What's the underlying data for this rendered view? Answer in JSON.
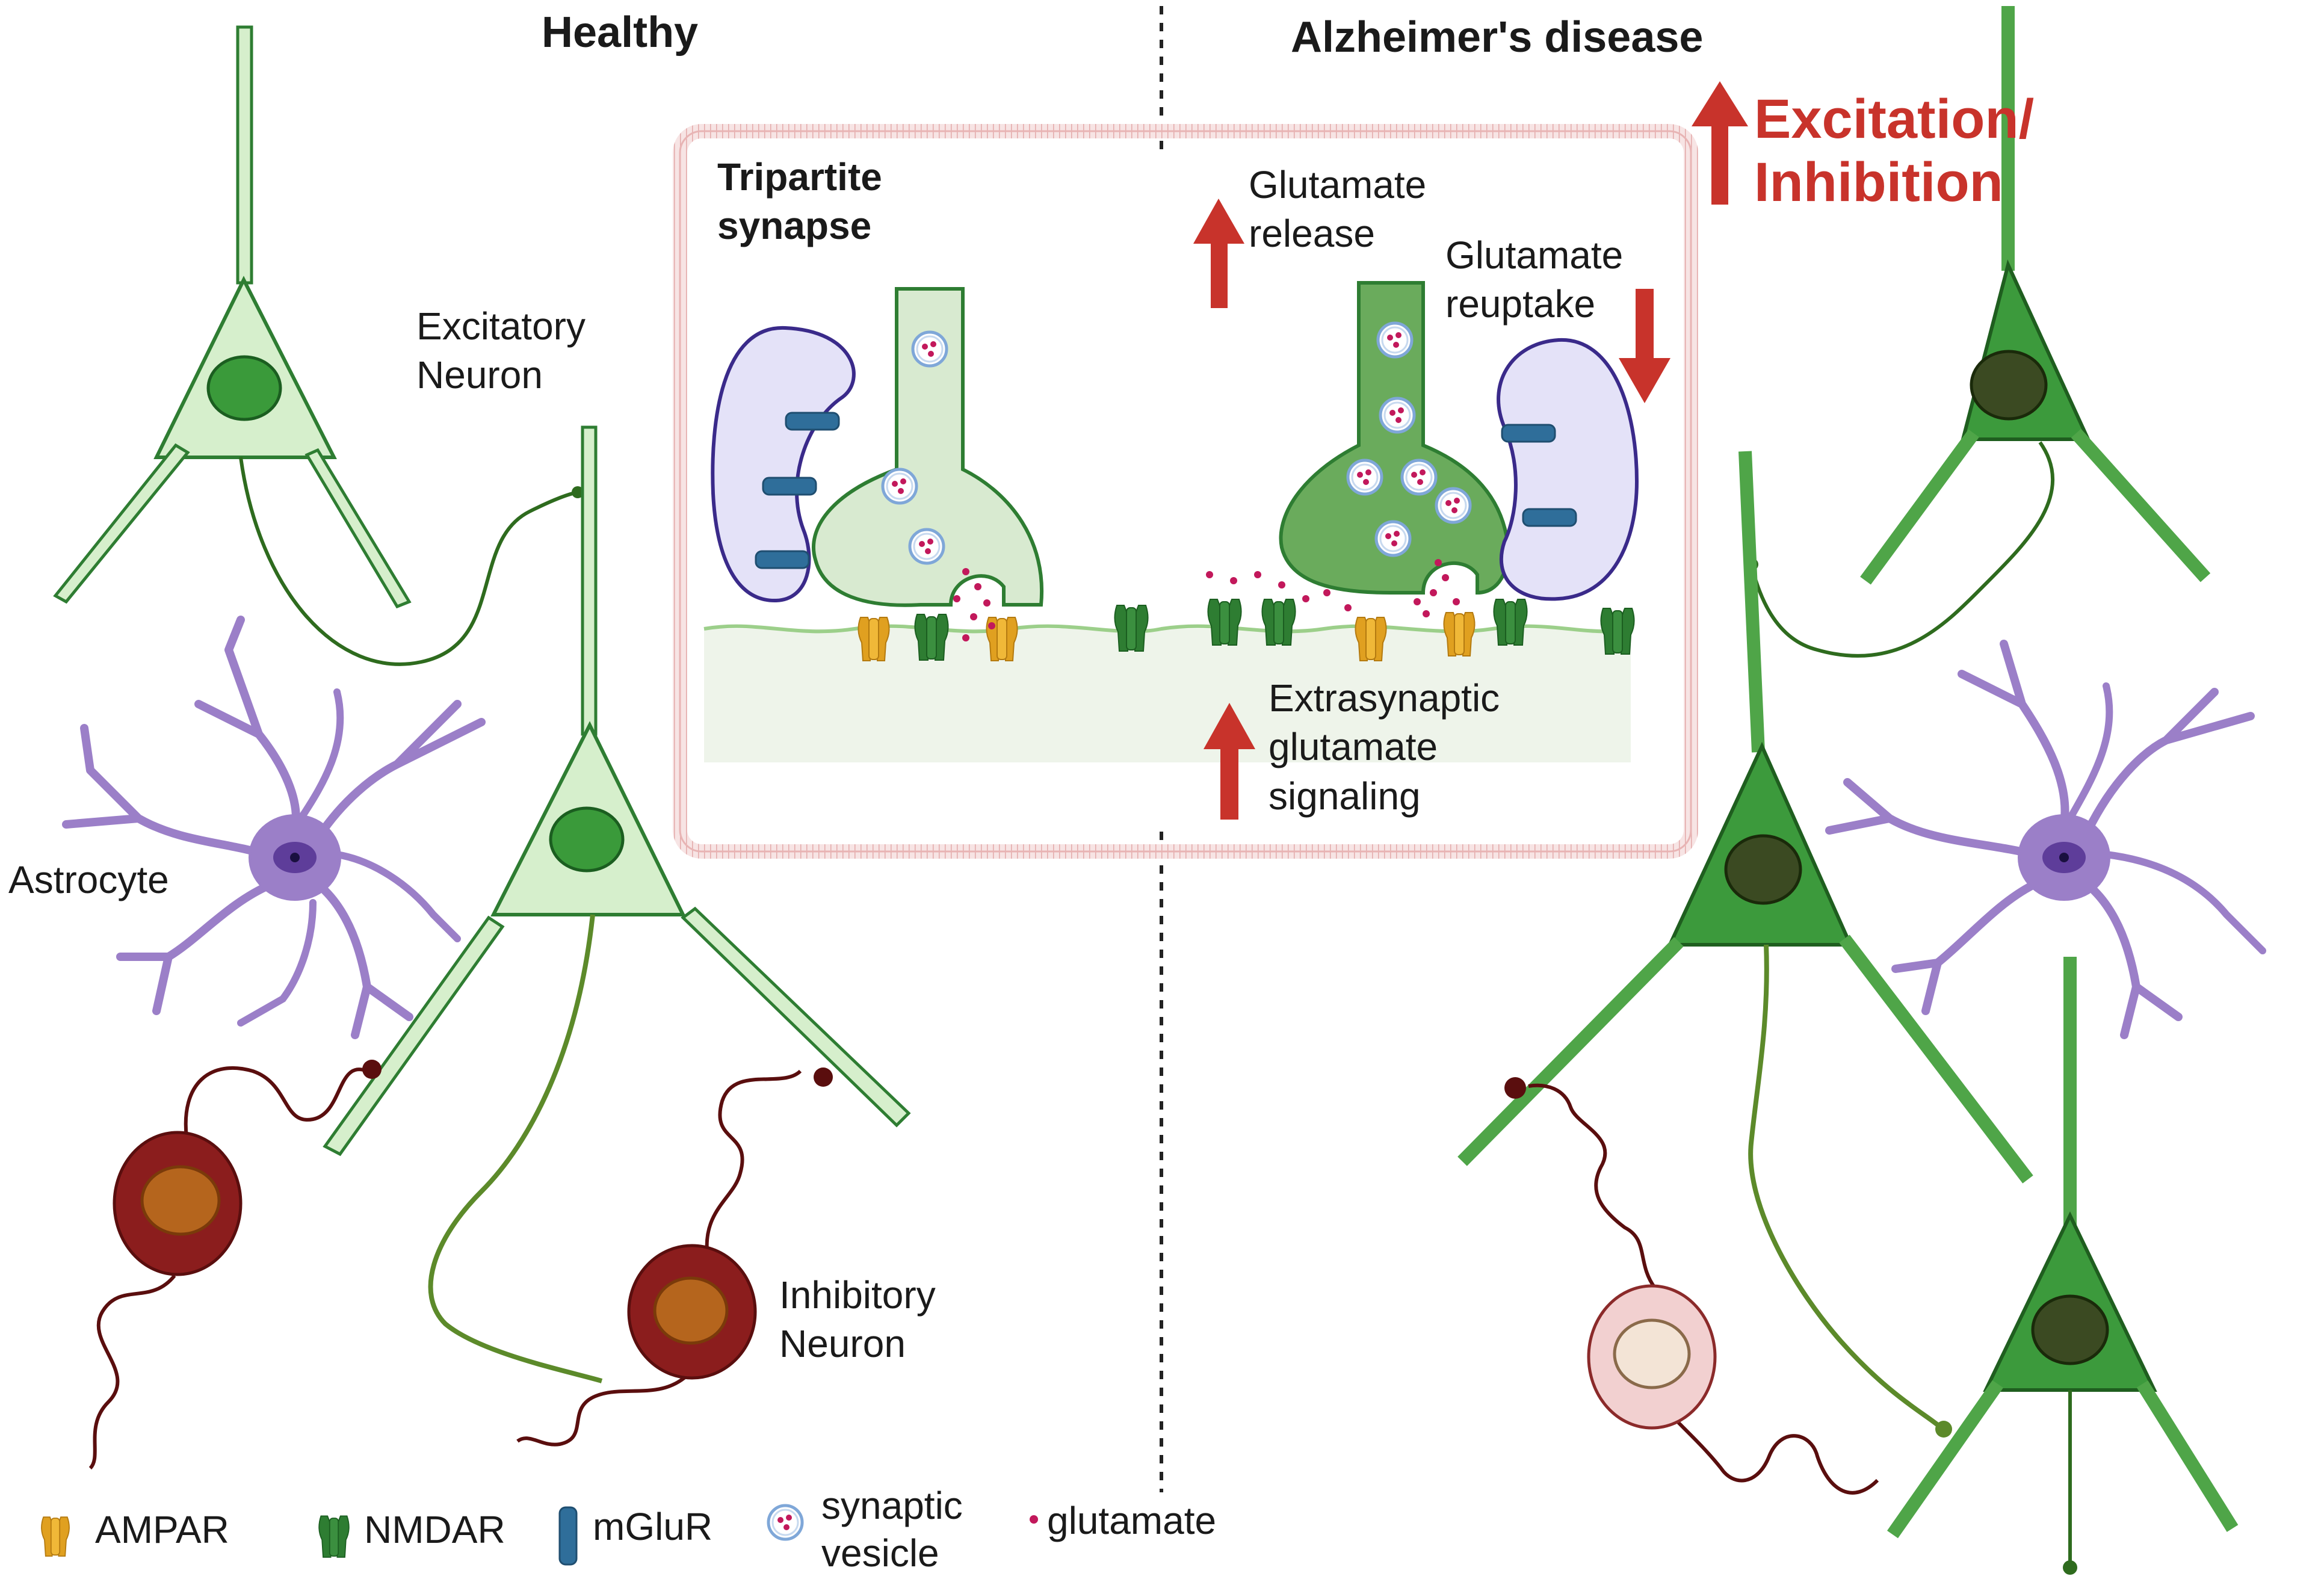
{
  "panels": {
    "healthy_title": "Healthy",
    "ad_title": "Alzheimer's disease"
  },
  "labels": {
    "excitatory_neuron": [
      "Excitatory",
      "Neuron"
    ],
    "astrocyte": "Astrocyte",
    "inhibitory_neuron": [
      "Inhibitory",
      "Neuron"
    ],
    "tripartite_synapse": [
      "Tripartite",
      "synapse"
    ],
    "excitation_inhibition": [
      "Excitation/",
      "Inhibition"
    ],
    "glutamate_release": [
      "Glutamate",
      "release"
    ],
    "glutamate_reuptake": [
      "Glutamate",
      "reuptake"
    ],
    "extrasynaptic": [
      "Extrasynaptic",
      "glutamate",
      "signaling"
    ]
  },
  "legend": {
    "ampar": "AMPAR",
    "nmdar": "NMDAR",
    "mglur": "mGluR",
    "synaptic_vesicle": [
      "synaptic",
      "vesicle"
    ],
    "glutamate": "glutamate"
  },
  "colors": {
    "light_neuron_fill": "#d6efcc",
    "light_neuron_stroke": "#2e7d32",
    "dark_neuron_fill": "#3c9a3c",
    "dark_nucleus": "#3b4a22",
    "astrocyte": "#9b7fc8",
    "inhibitory_body": "#8b1d1d",
    "inhibitory_nucleus": "#b5651d",
    "ampar": "#e0a020",
    "nmdar": "#2e7d32",
    "mglur": "#2f6e9a",
    "arrow_red": "#c8332b",
    "synapse_box_border": "#e8b4b4"
  }
}
